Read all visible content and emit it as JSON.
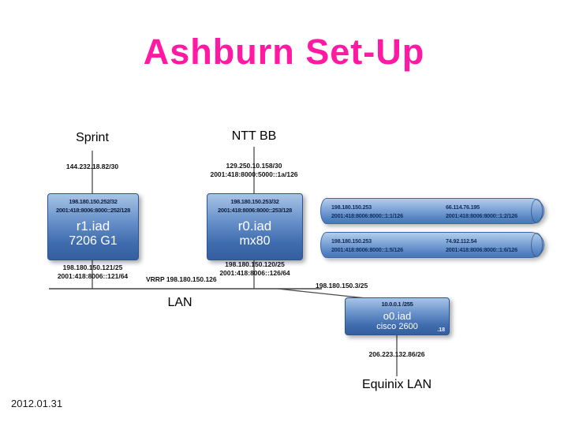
{
  "title": "Ashburn Set-Up",
  "date": "2012.01.31",
  "colors": {
    "title_pink": "#ff19a3",
    "node_fill_top": "#a8c4e6",
    "node_fill_bottom": "#345f9f",
    "node_border": "#2d5491",
    "line": "#4a4a4a"
  },
  "nodes": {
    "sprint": {
      "label": "Sprint",
      "ip": "144.232.18.82/30"
    },
    "nttbb": {
      "label": "NTT BB",
      "ip1": "129.250.10.158/30",
      "ip2": "2001:418:8000:5000::1a/126"
    },
    "r1": {
      "header1": "198.180.150.252/32",
      "header2": "2001:418:8006:8000::252/128",
      "name": "r1.iad",
      "model": "7206 G1",
      "below1": "198.180.150.121/25",
      "below2": "2001:418:8006::121/64"
    },
    "r0": {
      "header1": "198.180.150.253/32",
      "header2": "2001:418:8006:8000::253/128",
      "name": "r0.iad",
      "model": "mx80",
      "below1": "198.180.150.120/25",
      "below2": "2001:418:8006::126/64"
    },
    "o0": {
      "header": "10.0.0.1 /255",
      "name": "o0.iad",
      "model": "cisco 2600",
      "corner": ".18",
      "below": "206.223.132.86/26"
    }
  },
  "cylinders": [
    {
      "left1": "198.180.150.253",
      "left2": "2001:418:8006:8000::1:1/126",
      "right1": "66.114.76.195",
      "right2": "2001:418:8006:8000::1:2/126"
    },
    {
      "left1": "198.180.150.253",
      "left2": "2001:418:8006:8000::1:5/126",
      "right1": "74.92.112.54",
      "right2": "2001:418:8006:8000::1:6/126"
    }
  ],
  "lan": {
    "label": "LAN",
    "vrrp": "VRRP 198.180.150.126",
    "branch_ip": "198.180.150.3/25"
  },
  "equinix": {
    "label": "Equinix LAN"
  }
}
